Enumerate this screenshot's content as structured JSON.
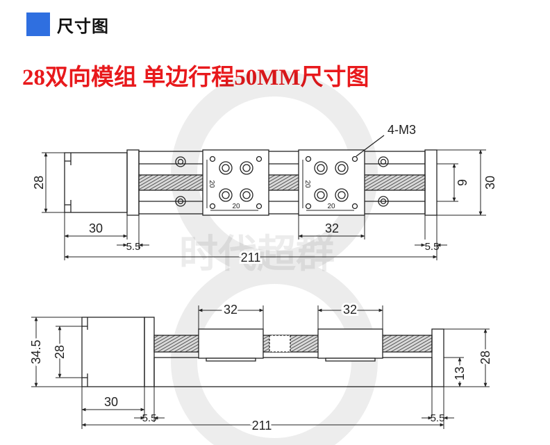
{
  "header": {
    "label": "尺寸图",
    "accent": "#2f6fe0"
  },
  "title": {
    "text": "28双向模组 单边行程50MM尺寸图",
    "color": "#e8191c"
  },
  "watermark": "时代超群",
  "top_view": {
    "callout": "4-M3",
    "dims": {
      "height_left": "28",
      "height_right": "30",
      "nine": "9",
      "motor_len": "30",
      "end_left": "5.5",
      "end_right": "5.5",
      "total": "211",
      "carriage": "32",
      "hole_x1": "20",
      "hole_y1": "20",
      "hole_x2": "20",
      "hole_y2": "20"
    }
  },
  "side_view": {
    "dims": {
      "carriage_left": "32",
      "carriage_right": "32",
      "total_height": "34.5",
      "motor_height": "28",
      "right_height": "28",
      "base": "13",
      "motor_len": "30",
      "end_left": "5.5",
      "end_right": "5.5",
      "total": "211"
    }
  }
}
